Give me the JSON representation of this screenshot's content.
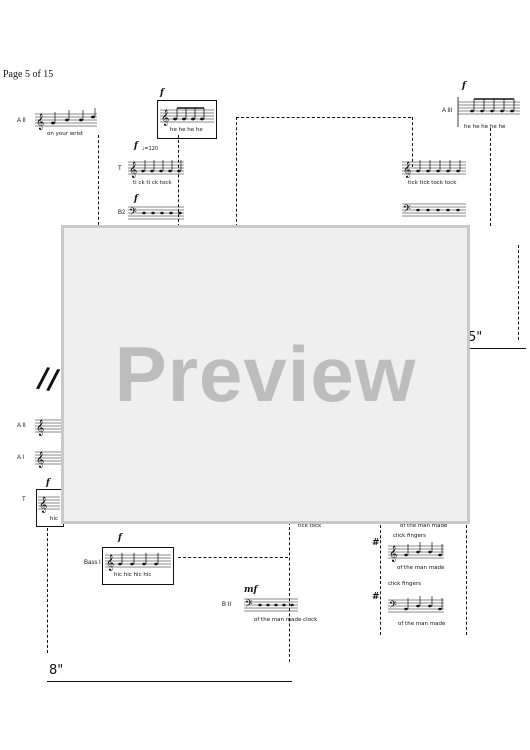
{
  "page": {
    "number_text": "Page 5 of 15"
  },
  "watermark": {
    "text": "Preview",
    "background": "#efefef",
    "text_color": "#bdbdbd"
  },
  "voices": {
    "a2_top": "A II",
    "a3_top": "A III",
    "t_top": "T",
    "b2_top": "B2",
    "a2_mid": "A II",
    "a_mid2": "A I",
    "t_mid": "T",
    "bass1": "Bass I",
    "b2_bottom": "B II"
  },
  "lyrics": {
    "on_your_wrist": "on your wrist",
    "he_he_top": "he he he he",
    "tick_tock": "ti ck ti ck tock",
    "bass_tick": "tick tock",
    "he_he_right": "he he he he he",
    "tick_right": "tick tick tock tock",
    "hic_bottom": "hic hic hic hic",
    "man_made_clock": "of the man made clock",
    "click_fingers_1": "click fingers",
    "man_made_1": "of the man made",
    "click_fingers_2": "click fingers",
    "man_made_2": "of the man made",
    "hic_left": "hic",
    "top_partial": "tick tock",
    "of_man_made_top": "of the man made"
  },
  "dynamics": {
    "f1": "f",
    "f2": "f",
    "f3": "f",
    "f4": "f",
    "f5": "f",
    "mf": "mf",
    "sharp1": "#",
    "sharp2": "#"
  },
  "tempo": {
    "marking": "♩=120"
  },
  "durations": {
    "five_sec": "5\"",
    "eight_sec": "8\""
  }
}
